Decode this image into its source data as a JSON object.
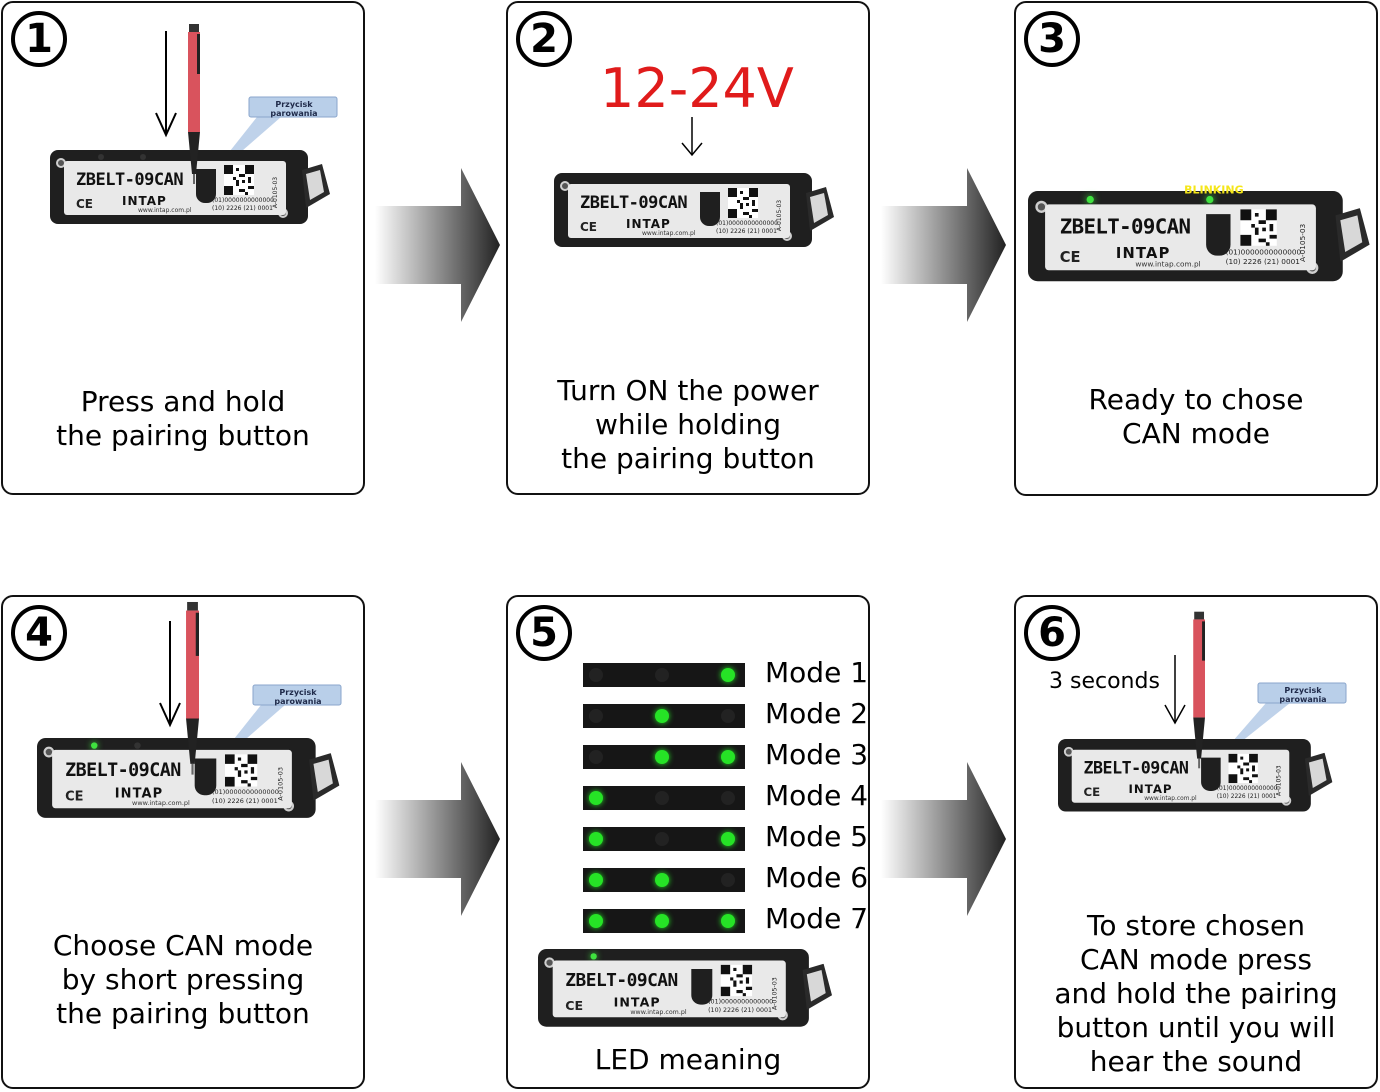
{
  "steps": [
    {
      "number": "1",
      "caption": [
        "Press and hold",
        "the pairing button"
      ]
    },
    {
      "number": "2",
      "caption": [
        "Turn ON the power",
        "while holding",
        "the pairing button"
      ],
      "voltage": "12-24V"
    },
    {
      "number": "3",
      "caption": [
        "Ready to chose",
        "CAN mode"
      ],
      "blink_label": "BLINKING"
    },
    {
      "number": "4",
      "caption": [
        "Choose CAN mode",
        "by short pressing",
        "the pairing button"
      ]
    },
    {
      "number": "5",
      "caption": "LED meaning"
    },
    {
      "number": "6",
      "caption": [
        "To store chosen",
        "CAN mode press",
        "and hold the pairing",
        "button until you will",
        "hear the sound"
      ],
      "duration": "3 seconds"
    }
  ],
  "device": {
    "name": "ZBELT-09CAN",
    "ce": "CE",
    "brand": "INTAP",
    "website": "www.intap.com.pl",
    "serial_line1": "(01)0000000000000",
    "serial_line2": "(10) 2226  (21) 0001",
    "code": "A-0105-03"
  },
  "callout": "Przycisk parowania",
  "modes": [
    {
      "label": "Mode 1",
      "leds": [
        false,
        false,
        true
      ]
    },
    {
      "label": "Mode 2",
      "leds": [
        false,
        true,
        false
      ]
    },
    {
      "label": "Mode 3",
      "leds": [
        false,
        true,
        true
      ]
    },
    {
      "label": "Mode 4",
      "leds": [
        true,
        false,
        false
      ]
    },
    {
      "label": "Mode 5",
      "leds": [
        true,
        false,
        true
      ]
    },
    {
      "label": "Mode 6",
      "leds": [
        true,
        true,
        false
      ]
    },
    {
      "label": "Mode 7",
      "leds": [
        true,
        true,
        true
      ]
    }
  ],
  "colors": {
    "voltage": "#e01b1b",
    "led_on": "#26e326",
    "blink_label": "#f5e61a",
    "pen": "#d9535d"
  }
}
